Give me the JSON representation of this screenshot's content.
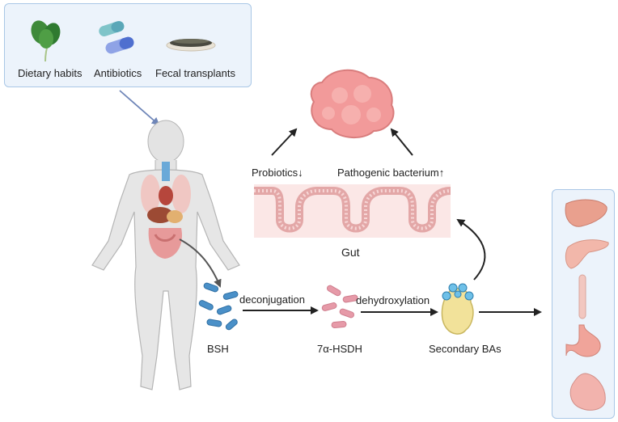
{
  "interventions": {
    "items": [
      {
        "label": "Dietary habits",
        "icon": "spinach-icon"
      },
      {
        "label": "Antibiotics",
        "icon": "capsule-icon"
      },
      {
        "label": "Fecal transplants",
        "icon": "petri-dish-icon"
      }
    ]
  },
  "tumor": {
    "icon": "tumor-icon"
  },
  "gut": {
    "label": "Gut",
    "left_factor": "Probiotics↓",
    "right_factor": "Pathogenic bacterium↑"
  },
  "pathway": {
    "steps": [
      {
        "label": "BSH",
        "icon": "blue-bacteria-icon"
      },
      {
        "label": "7α-HSDH",
        "icon": "pink-bacteria-icon"
      },
      {
        "label": "Secondary BAs",
        "icon": "bile-acid-cluster-icon"
      }
    ],
    "arrow_labels": [
      "deconjugation",
      "dehydroxylation"
    ]
  },
  "organs": [
    "liver-icon",
    "pancreas-icon",
    "esophagus-icon",
    "stomach-icon",
    "lung-icon"
  ],
  "colors": {
    "box_fill": "#ecf3fb",
    "box_border": "#a9c7e6",
    "gut_pink": "#f7d7d7",
    "tumor_pink": "#f29a9a",
    "bacteria_blue": "#4a90c8",
    "bacteria_pink": "#e69aa8",
    "bile_yellow": "#f2e29a",
    "arrow": "#222222"
  }
}
